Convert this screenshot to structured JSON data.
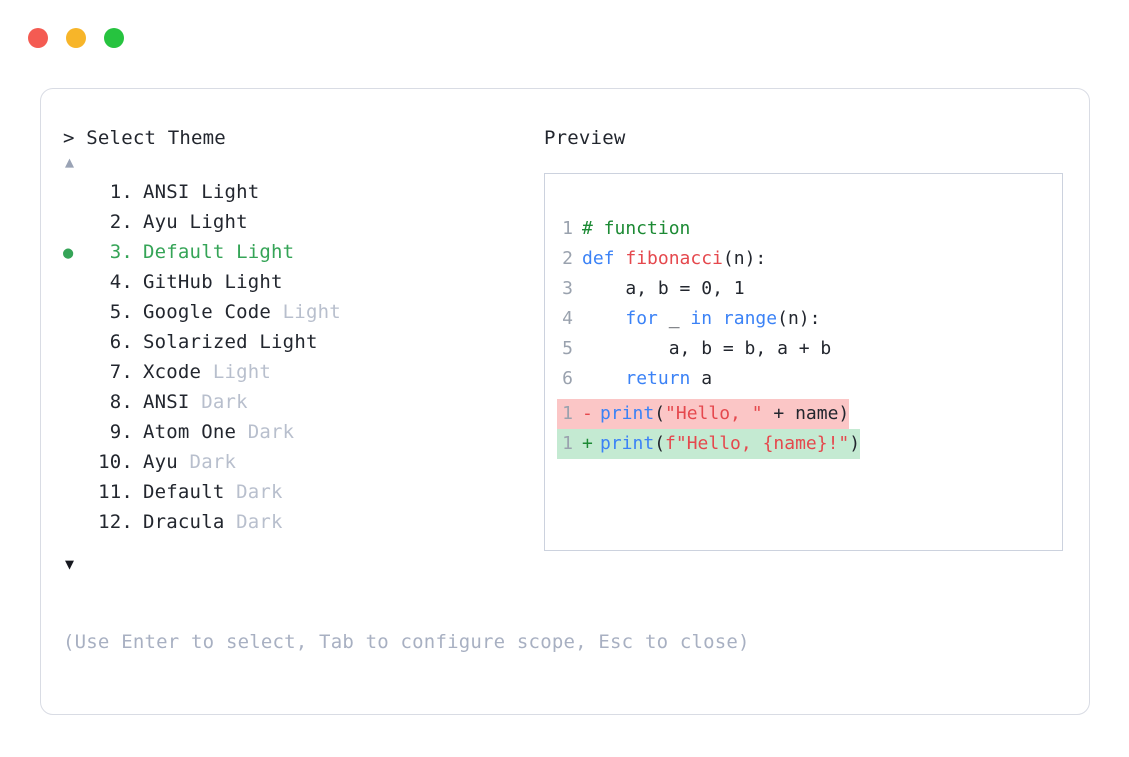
{
  "window": {
    "traffic_lights": [
      {
        "name": "close",
        "color": "#f45b52"
      },
      {
        "name": "minimize",
        "color": "#f7b529"
      },
      {
        "name": "maximize",
        "color": "#26c33f"
      }
    ]
  },
  "left_panel": {
    "prompt": "> Select Theme",
    "scroll_up_indicator": "▲",
    "scroll_down_indicator": "▼",
    "selected_bullet": "●",
    "selected_index": 3,
    "themes": [
      {
        "number": "1.",
        "name": "ANSI",
        "suffix": "Light",
        "suffix_dim": false,
        "selected": false
      },
      {
        "number": "2.",
        "name": "Ayu",
        "suffix": "Light",
        "suffix_dim": false,
        "selected": false
      },
      {
        "number": "3.",
        "name": "Default",
        "suffix": "Light",
        "suffix_dim": false,
        "selected": true
      },
      {
        "number": "4.",
        "name": "GitHub",
        "suffix": "Light",
        "suffix_dim": false,
        "selected": false
      },
      {
        "number": "5.",
        "name": "Google Code",
        "suffix": "Light",
        "suffix_dim": true,
        "selected": false
      },
      {
        "number": "6.",
        "name": "Solarized",
        "suffix": "Light",
        "suffix_dim": false,
        "selected": false
      },
      {
        "number": "7.",
        "name": "Xcode",
        "suffix": "Light",
        "suffix_dim": true,
        "selected": false
      },
      {
        "number": "8.",
        "name": "ANSI",
        "suffix": "Dark",
        "suffix_dim": true,
        "selected": false
      },
      {
        "number": "9.",
        "name": "Atom One",
        "suffix": "Dark",
        "suffix_dim": true,
        "selected": false
      },
      {
        "number": "10.",
        "name": "Ayu",
        "suffix": "Dark",
        "suffix_dim": true,
        "selected": false
      },
      {
        "number": "11.",
        "name": "Default",
        "suffix": "Dark",
        "suffix_dim": true,
        "selected": false
      },
      {
        "number": "12.",
        "name": "Dracula",
        "suffix": "Dark",
        "suffix_dim": true,
        "selected": false
      }
    ],
    "hint": "(Use Enter to select, Tab to configure scope, Esc to close)"
  },
  "right_panel": {
    "title": "Preview",
    "code_lines": [
      {
        "ln": "1",
        "tokens": [
          {
            "t": "# function",
            "c": "tok-comment"
          }
        ]
      },
      {
        "ln": "2",
        "tokens": [
          {
            "t": "def ",
            "c": "tok-def"
          },
          {
            "t": "fibonacci",
            "c": "tok-fn"
          },
          {
            "t": "(n):",
            "c": "tok-plain"
          }
        ]
      },
      {
        "ln": "3",
        "tokens": [
          {
            "t": "    a, b = ",
            "c": "tok-plain"
          },
          {
            "t": "0",
            "c": "tok-num"
          },
          {
            "t": ", ",
            "c": "tok-plain"
          },
          {
            "t": "1",
            "c": "tok-num"
          }
        ]
      },
      {
        "ln": "4",
        "tokens": [
          {
            "t": "    ",
            "c": "tok-plain"
          },
          {
            "t": "for",
            "c": "tok-kw"
          },
          {
            "t": " _ ",
            "c": "tok-plain"
          },
          {
            "t": "in",
            "c": "tok-kw"
          },
          {
            "t": " ",
            "c": "tok-plain"
          },
          {
            "t": "range",
            "c": "tok-kw"
          },
          {
            "t": "(n):",
            "c": "tok-plain"
          }
        ]
      },
      {
        "ln": "5",
        "tokens": [
          {
            "t": "        a, b = b, a + b",
            "c": "tok-plain"
          }
        ]
      },
      {
        "ln": "6",
        "tokens": [
          {
            "t": "    ",
            "c": "tok-plain"
          },
          {
            "t": "return",
            "c": "tok-kw"
          },
          {
            "t": " a",
            "c": "tok-plain"
          }
        ]
      }
    ],
    "diff_lines": [
      {
        "ln": "1",
        "kind": "remove",
        "sign": "-",
        "tokens": [
          {
            "t": "print",
            "c": "tok-kw"
          },
          {
            "t": "(",
            "c": "tok-plain"
          },
          {
            "t": "\"Hello, \"",
            "c": "tok-str"
          },
          {
            "t": " + name)",
            "c": "tok-plain"
          }
        ]
      },
      {
        "ln": "1",
        "kind": "add",
        "sign": "+",
        "tokens": [
          {
            "t": "print",
            "c": "tok-kw"
          },
          {
            "t": "(",
            "c": "tok-plain"
          },
          {
            "t": "f\"Hello, {name}!\"",
            "c": "tok-str"
          },
          {
            "t": ")",
            "c": "tok-plain"
          }
        ]
      }
    ]
  },
  "colors": {
    "accent_green": "#35a457",
    "diff_remove_bg": "#fbc6c6",
    "diff_add_bg": "#c4ead2",
    "border": "#d9dce4",
    "dim_text": "#b8bfcd",
    "hint_text": "#a8b0c2"
  }
}
